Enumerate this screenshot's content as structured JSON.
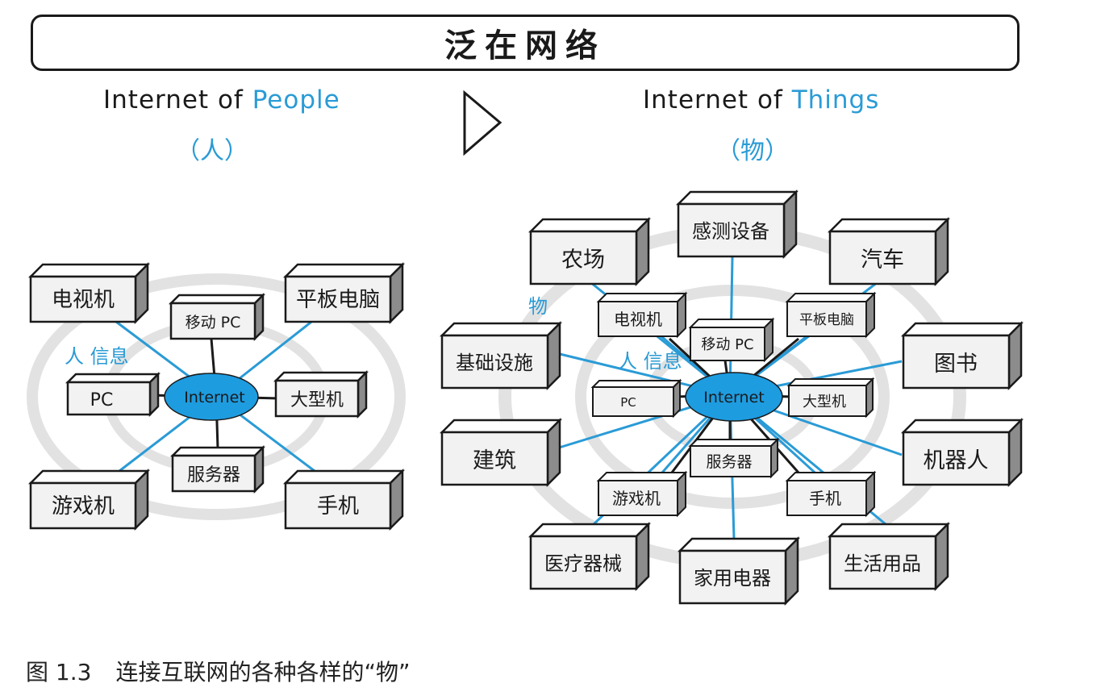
{
  "banner": {
    "title": "泛在网络"
  },
  "left": {
    "title_prefix": "Internet of ",
    "title_highlight": "People",
    "subtitle": "（人）",
    "hub_label": "Internet",
    "ring_label": "人 信息",
    "nodes": {
      "tv": "电视机",
      "tablet": "平板电脑",
      "mobile_pc": "移动 PC",
      "mainframe": "大型机",
      "pc": "PC",
      "server": "服务器",
      "console": "游戏机",
      "phone": "手机"
    }
  },
  "right": {
    "title_prefix": "Internet of ",
    "title_highlight": "Things",
    "subtitle": "（物）",
    "hub_label": "Internet",
    "outer_ring_label": "物",
    "inner_ring_label": "人 信息",
    "nodes": {
      "sensor": "感测设备",
      "farm": "农场",
      "car": "汽车",
      "infrastructure": "基础设施",
      "books": "图书",
      "building": "建筑",
      "robot": "机器人",
      "medical": "医疗器械",
      "appliance": "家用电器",
      "daily_goods": "生活用品",
      "tv": "电视机",
      "tablet": "平板电脑",
      "mobile_pc": "移动 PC",
      "mainframe": "大型机",
      "pc": "PC",
      "server": "服务器",
      "console": "游戏机",
      "phone": "手机"
    }
  },
  "caption": {
    "figure_number": "图 1.3",
    "text": "连接互联网的各种各样的“物”"
  }
}
